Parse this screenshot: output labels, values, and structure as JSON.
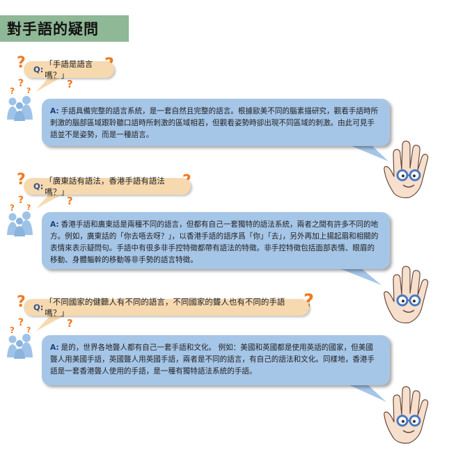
{
  "page": {
    "title": "對手語的疑問"
  },
  "label_q": "Q:",
  "label_a": "A:",
  "qa": [
    {
      "question": "「手語是語言嗎？」",
      "answer": "手語具備完整的語言系統，是一套自然且完整的語言。根據歐美不同的腦素描研究，觀看手語時所刺激的腦部區域跟聆聽口語時所刺激的區域相若，但觀看姿勢時卻出現不同區域的刺激。由此可見手語並不是姿勢，而是一種語言。"
    },
    {
      "question": "「廣東話有語法，香港手語有語法嗎？」",
      "answer": "香港手語和廣東話是兩種不同的語言，但都有自己一套獨特的語法系統，兩者之間有許多不同的地方。例如，廣東話的「你去唔去呀？」，以香港手語的語序爲「你」「去」，另外再加上揚起眉和相關的表情來表示疑問句。手語中有很多非手控特徵都帶有語法的特徵。非手控特徵包括面部表情、眼眉的移動、身體軀幹的移動等非手勢的語言特徵。"
    },
    {
      "question": "「不同國家的健聽人有不同的語言，不同國家的聾人也有不同的手語嗎？」",
      "answer": "是的，世界各地聾人都有自己一套手語和文化。 例如：美國和英國都是使用英語的國家，但美國聾人用美國手語，英國聾人用英國手語，兩者是不同的語言，有自己的語法和文化。同樣地，香港手語是一套香港聾人使用的手語，是一種有獨特語法系統的手語。"
    }
  ],
  "colors": {
    "title_bg": "#8fb896",
    "question_bubble": "#f7d9b0",
    "answer_bubble": "#a6c6e8",
    "question_mark": "#f07a20",
    "people": "#9fc3e8",
    "hand": "#f6dfcc"
  },
  "icons": [
    "question-mark-icon",
    "people-icon",
    "hand-with-glasses-icon"
  ]
}
